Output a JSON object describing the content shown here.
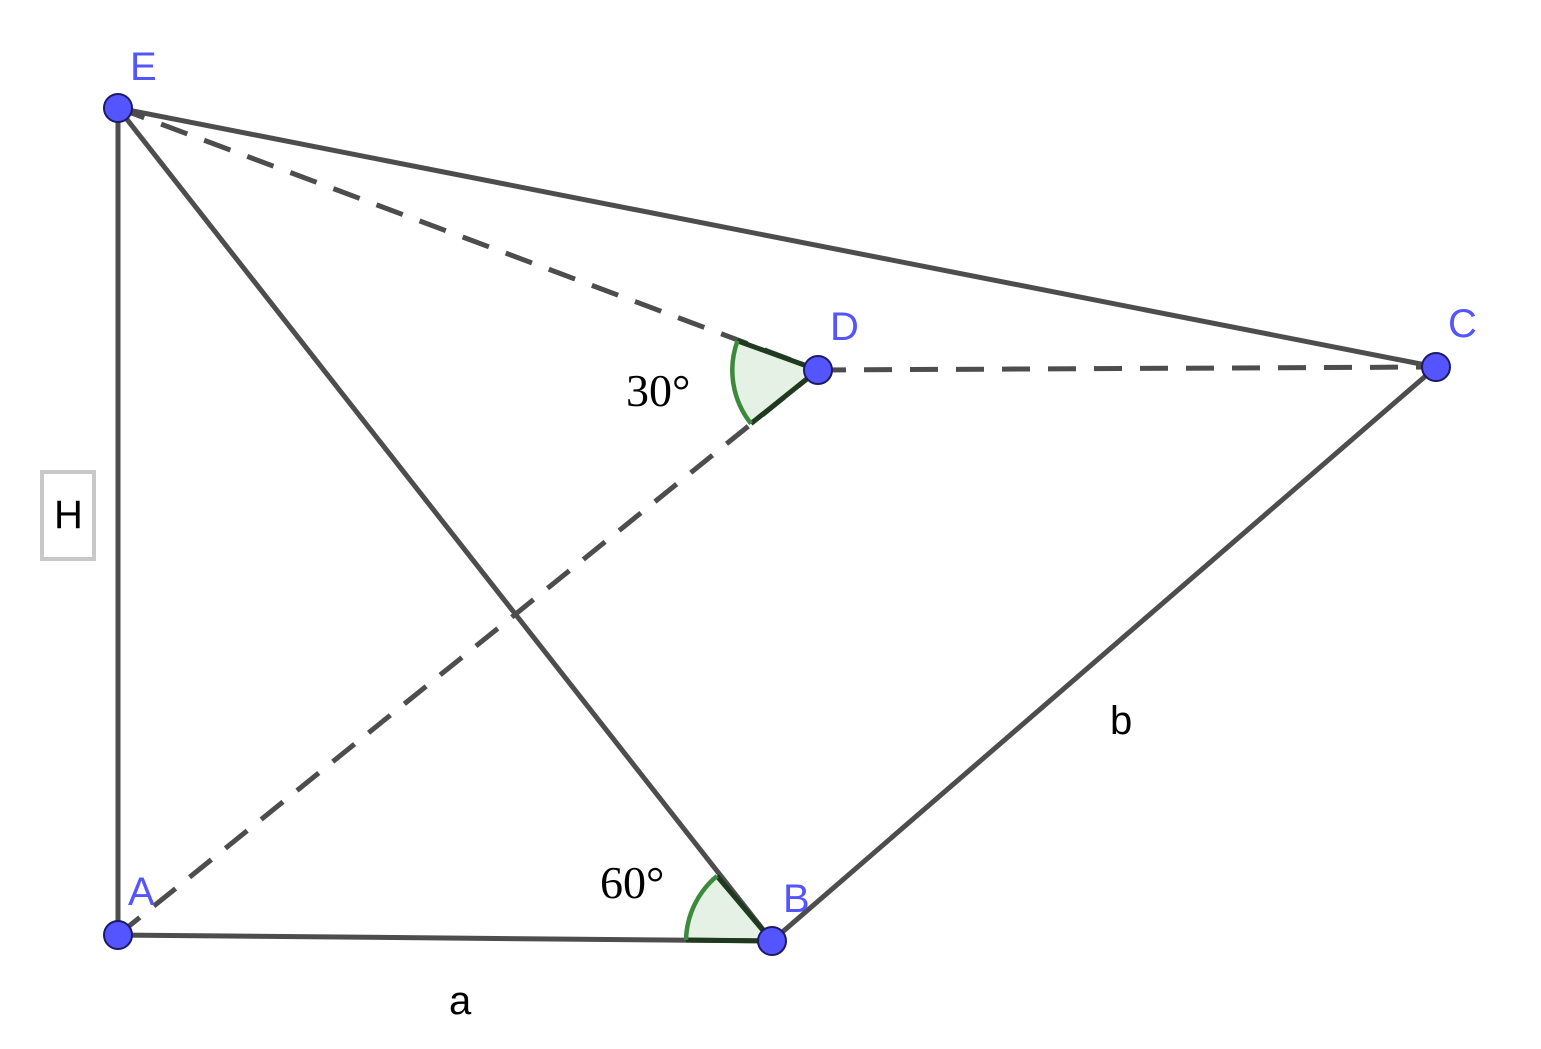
{
  "figure": {
    "points": [
      {
        "id": "E",
        "label": "E"
      },
      {
        "id": "D",
        "label": "D"
      },
      {
        "id": "C",
        "label": "C"
      },
      {
        "id": "A",
        "label": "A"
      },
      {
        "id": "B",
        "label": "B"
      }
    ],
    "segments": [
      {
        "id": "EA",
        "style": "solid"
      },
      {
        "id": "AB",
        "style": "solid"
      },
      {
        "id": "EB",
        "style": "solid"
      },
      {
        "id": "EC",
        "style": "solid"
      },
      {
        "id": "BC",
        "style": "solid"
      },
      {
        "id": "ED",
        "style": "dashed"
      },
      {
        "id": "DC",
        "style": "dashed"
      },
      {
        "id": "AD",
        "style": "dashed"
      }
    ],
    "segment_labels": {
      "a": "a",
      "b": "b",
      "H": "H"
    },
    "angles": [
      {
        "id": "angle-ADE",
        "vertex": "D",
        "label": "30°"
      },
      {
        "id": "angle-ABE",
        "vertex": "B",
        "label": "60°"
      }
    ],
    "colors": {
      "point": "#5555ff",
      "edge": "#4d4d4d",
      "angle_fill": "#e6f1e6",
      "angle_arc": "#3d8a3d"
    }
  }
}
